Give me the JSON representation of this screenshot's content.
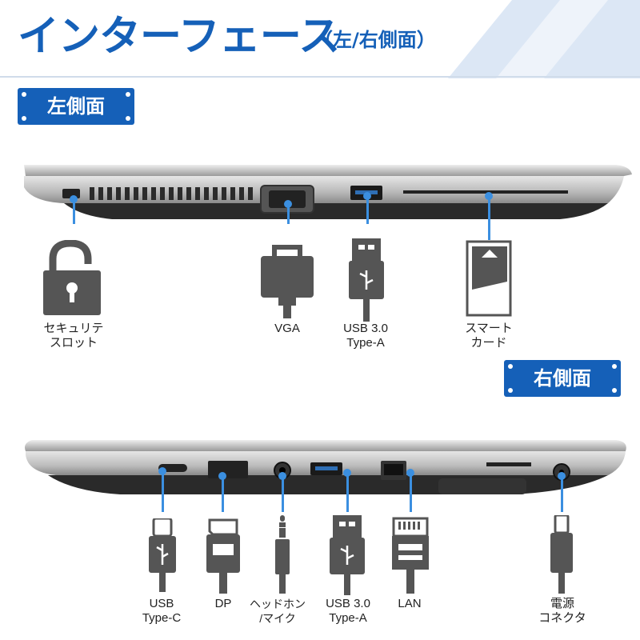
{
  "header": {
    "title": "インターフェース",
    "subtitle": "（左/右側面）"
  },
  "left_side": {
    "label": "左側面",
    "ports": [
      {
        "id": "security-slot",
        "line1": "セキュリテ",
        "line2": "スロット"
      },
      {
        "id": "vga",
        "line1": "VGA",
        "line2": ""
      },
      {
        "id": "usb30-typea",
        "line1": "USB 3.0",
        "line2": "Type-A"
      },
      {
        "id": "smart-card",
        "line1": "スマート",
        "line2": "カード"
      }
    ]
  },
  "right_side": {
    "label": "右側面",
    "ports": [
      {
        "id": "usb-typec",
        "line1": "USB",
        "line2": "Type-C"
      },
      {
        "id": "dp",
        "line1": "DP",
        "line2": ""
      },
      {
        "id": "headphone-mic",
        "line1": "ヘッドホン",
        "line2": "/マイク"
      },
      {
        "id": "usb30-typea",
        "line1": "USB 3.0",
        "line2": "Type-A"
      },
      {
        "id": "lan",
        "line1": "LAN",
        "line2": ""
      },
      {
        "id": "power",
        "line1": "電源",
        "line2": "コネクタ"
      }
    ]
  },
  "colors": {
    "brand_blue": "#1560b8",
    "callout_blue": "#3b8fe0",
    "icon_gray": "#555555"
  },
  "icons": [
    "padlock-icon",
    "vga-connector-icon",
    "usb-a-plug-icon",
    "smart-card-icon",
    "usb-c-plug-icon",
    "displayport-plug-icon",
    "audio-jack-plug-icon",
    "ethernet-plug-icon",
    "power-plug-icon"
  ]
}
